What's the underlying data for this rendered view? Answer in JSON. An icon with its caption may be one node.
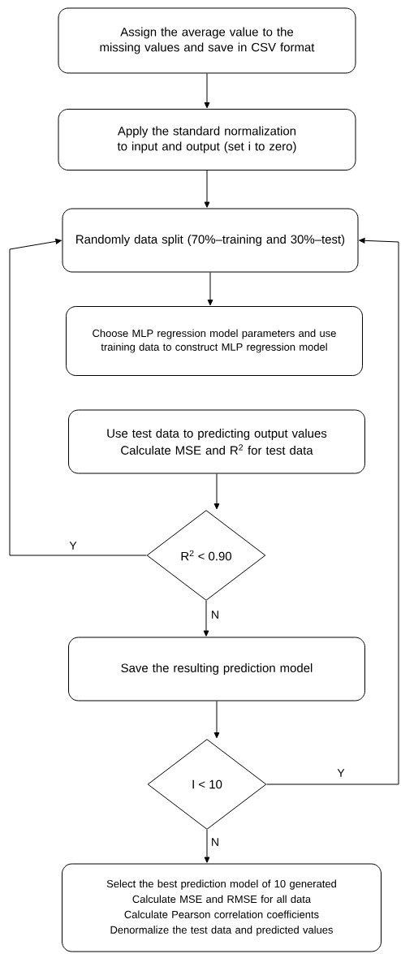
{
  "diagram": {
    "nodes": [
      {
        "text": [
          "Assign the average value to the missing values and save in CSV format"
        ]
      },
      {
        "text": [
          "Apply the standard normalization to input and output (set i to zero)"
        ]
      },
      {
        "text": [
          "Randomly data split (70%–training and 30%–test)"
        ]
      },
      {
        "text": [
          "Choose MLP regression model parameters and use training data to construct MLP regression model"
        ]
      },
      {
        "text": [
          "Use test data to predicting output values",
          "Calculate MSE and R$^{2}$ for test data"
        ]
      },
      {
        "text": [
          "R$^{2}$ < 0.90"
        ]
      },
      {
        "text": [
          "Save the resulting prediction model"
        ]
      },
      {
        "text": [
          "I < 10"
        ]
      },
      {
        "text": [
          "Select the best prediction model of 10 generated",
          "Calculate MSE and RMSE for all data",
          "Calculate Pearson correlation coefficients",
          "Denormalize the test data and predicted values"
        ]
      }
    ],
    "edges": [
      {
        "from": 0,
        "to": 1,
        "arrow": "to"
      },
      {
        "from": 1,
        "to": 2,
        "arrow": "to"
      },
      {
        "from": 2,
        "to": 3,
        "arrow": "to"
      },
      {
        "from": 4,
        "to": 5,
        "arrow": "to"
      },
      {
        "from": 5,
        "to": 2,
        "arrow": "to",
        "label": "Y"
      },
      {
        "from": 5,
        "to": 6,
        "arrow": "to",
        "label": "N"
      },
      {
        "from": 6,
        "to": 7,
        "arrow": "to"
      },
      {
        "from": 7,
        "to": 2,
        "arrow": "to",
        "label": "Y"
      },
      {
        "from": 7,
        "to": 8,
        "arrow": "to",
        "label": "N"
      }
    ]
  }
}
